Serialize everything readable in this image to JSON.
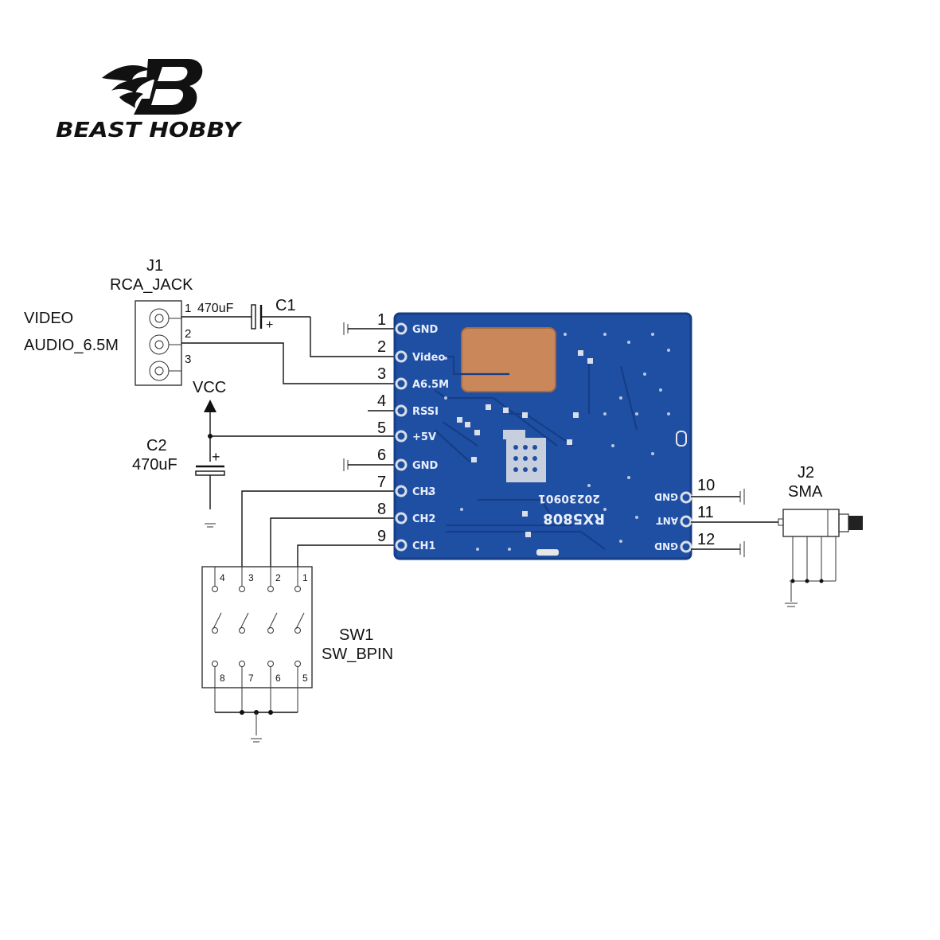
{
  "brand": {
    "name": "BEAST HOBBY",
    "mark": "B"
  },
  "j1": {
    "ref": "J1",
    "type": "RCA_JACK",
    "pins": [
      "1",
      "2",
      "3"
    ],
    "signals": [
      "VIDEO",
      "AUDIO_6.5M"
    ]
  },
  "c1": {
    "ref": "C1",
    "value": "470uF",
    "plus": "+"
  },
  "c2": {
    "ref": "C2",
    "value": "470uF",
    "plus": "+"
  },
  "vcc": {
    "label": "VCC"
  },
  "module": {
    "name": "RX5808",
    "date_code": "20230901",
    "left_pins": [
      {
        "num": "1",
        "label": "GND"
      },
      {
        "num": "2",
        "label": "Video"
      },
      {
        "num": "3",
        "label": "A6.5M"
      },
      {
        "num": "4",
        "label": "RSSI"
      },
      {
        "num": "5",
        "label": "+5V"
      },
      {
        "num": "6",
        "label": "GND"
      },
      {
        "num": "7",
        "label": "CH3"
      },
      {
        "num": "8",
        "label": "CH2"
      },
      {
        "num": "9",
        "label": "CH1"
      }
    ],
    "right_pins": [
      {
        "num": "10",
        "label": "GND"
      },
      {
        "num": "11",
        "label": "ANT"
      },
      {
        "num": "12",
        "label": "GND"
      }
    ]
  },
  "j2": {
    "ref": "J2",
    "type": "SMA"
  },
  "sw1": {
    "ref": "SW1",
    "type": "SW_BPIN",
    "top_pins": [
      "4",
      "3",
      "2",
      "1"
    ],
    "bottom_pins": [
      "8",
      "7",
      "6",
      "5"
    ]
  },
  "colors": {
    "pcb": "#1f4fa3",
    "pcb_dark": "#163d86",
    "shield": "#c9875a",
    "pad": "#d9dee8",
    "wire": "#111111"
  }
}
